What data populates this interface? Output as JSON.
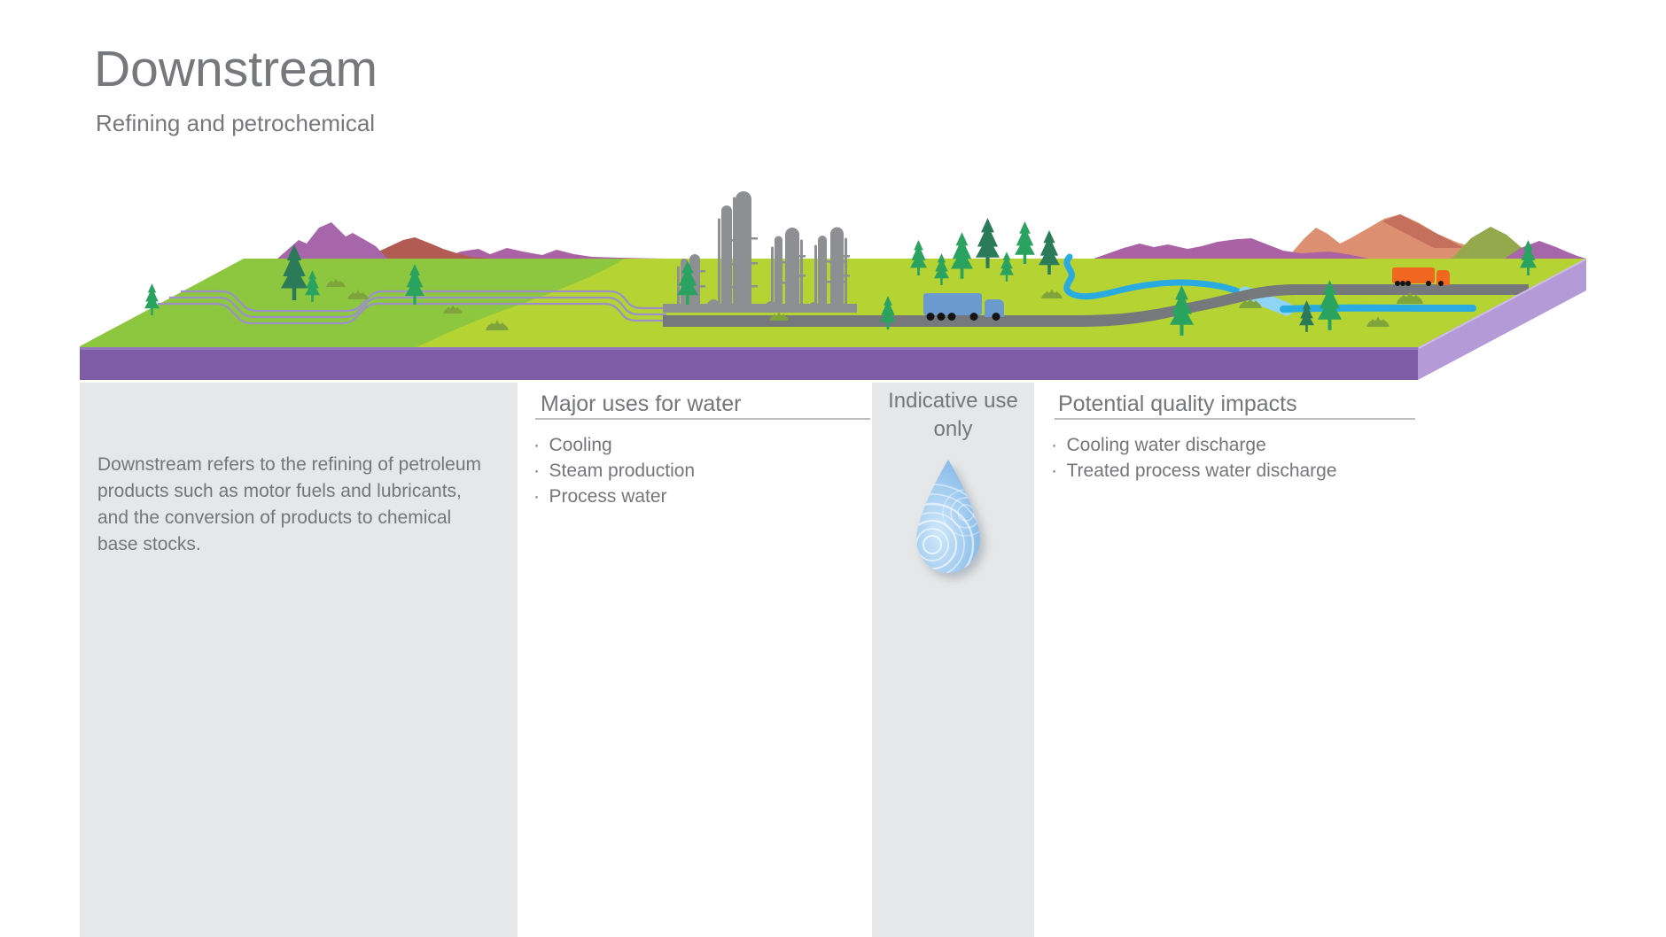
{
  "header": {
    "title": "Downstream",
    "subtitle": "Refining and petrochemical"
  },
  "left_panel": {
    "description": "Downstream refers to the refining of petroleum products such as motor fuels and lubricants, and the conversion of products to chemical base stocks."
  },
  "water_uses": {
    "heading": "Major uses for water",
    "items": [
      "Cooling",
      "Steam production",
      "Process water"
    ]
  },
  "indicative": {
    "note": "Indicative use only"
  },
  "quality_impacts": {
    "heading": "Potential quality impacts",
    "items": [
      "Cooling water discharge",
      "Treated process water discharge"
    ]
  },
  "scene": {
    "icons": [
      "water-drop-icon",
      "pine-tree-icon",
      "grass-tuft-icon"
    ],
    "elements": [
      "mountains",
      "plateau",
      "pipelines",
      "refinery",
      "forest",
      "river",
      "road",
      "blue-truck",
      "orange-truck"
    ]
  },
  "palette": {
    "panel_gray": "#e6e7e8",
    "rule_gray": "#bcbec0",
    "text_gray": "#75767a",
    "grass_mid": "#8dc63f",
    "grass_light": "#b5d333",
    "face_front": "#7f5ca6",
    "face_front_highlight": "#9678bc",
    "face_side": "#b49ad6",
    "mountain_purple": "#a765aa",
    "mountain_purple2": "#aa62a4",
    "mountain_red": "#b25b53",
    "mountain_salmon": "#dd8f72",
    "mountain_salmon_dark": "#c4705c",
    "mountain_olive": "#93a94c",
    "tree_bright": "#29a35f",
    "tree_dark": "#2c7b58",
    "tuft": "#7fa43c",
    "pipeline": "#9c8fca",
    "road": "#77787b",
    "refinery": "#8d8f92",
    "river": "#29abe2",
    "river_light": "#8fd4f2",
    "truck_blue": "#6b9ace",
    "truck_orange": "#f2671f",
    "wheel": "#141414",
    "drop_blue": "#88bce8",
    "drop_blue_light": "#cfe8fa"
  }
}
